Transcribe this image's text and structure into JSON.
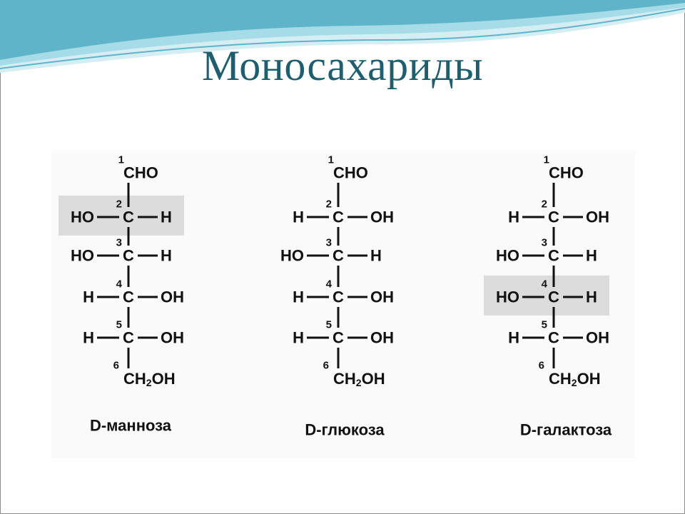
{
  "slide": {
    "title": "Моносахариды",
    "accent_color": "#1d5f6f",
    "highlight_color": "#dcdcdc",
    "wave_colors": [
      "#5fb4c9",
      "#a5dce8",
      "#d4eef4"
    ]
  },
  "molecules": [
    {
      "name": "D-манноза",
      "top": {
        "number": "1",
        "group": "CHO"
      },
      "rows": [
        {
          "number": "2",
          "left": "HO",
          "center": "C",
          "right": "H",
          "highlight": true
        },
        {
          "number": "3",
          "left": "HO",
          "center": "C",
          "right": "H",
          "highlight": false
        },
        {
          "number": "4",
          "left": "H",
          "center": "C",
          "right": "OH",
          "highlight": false
        },
        {
          "number": "5",
          "left": "H",
          "center": "C",
          "right": "OH",
          "highlight": false
        }
      ],
      "bottom": {
        "number": "6",
        "pre": "CH",
        "sub": "2",
        "post": "OH"
      }
    },
    {
      "name": "D-глюкоза",
      "top": {
        "number": "1",
        "group": "CHO"
      },
      "rows": [
        {
          "number": "2",
          "left": "H",
          "center": "C",
          "right": "OH",
          "highlight": false
        },
        {
          "number": "3",
          "left": "HO",
          "center": "C",
          "right": "H",
          "highlight": false
        },
        {
          "number": "4",
          "left": "H",
          "center": "C",
          "right": "OH",
          "highlight": false
        },
        {
          "number": "5",
          "left": "H",
          "center": "C",
          "right": "OH",
          "highlight": false
        }
      ],
      "bottom": {
        "number": "6",
        "pre": "CH",
        "sub": "2",
        "post": "OH"
      }
    },
    {
      "name": "D-галактоза",
      "top": {
        "number": "1",
        "group": "CHO"
      },
      "rows": [
        {
          "number": "2",
          "left": "H",
          "center": "C",
          "right": "OH",
          "highlight": false
        },
        {
          "number": "3",
          "left": "HO",
          "center": "C",
          "right": "H",
          "highlight": false
        },
        {
          "number": "4",
          "left": "HO",
          "center": "C",
          "right": "H",
          "highlight": true
        },
        {
          "number": "5",
          "left": "H",
          "center": "C",
          "right": "OH",
          "highlight": false
        }
      ],
      "bottom": {
        "number": "6",
        "pre": "CH",
        "sub": "2",
        "post": "OH"
      }
    }
  ]
}
